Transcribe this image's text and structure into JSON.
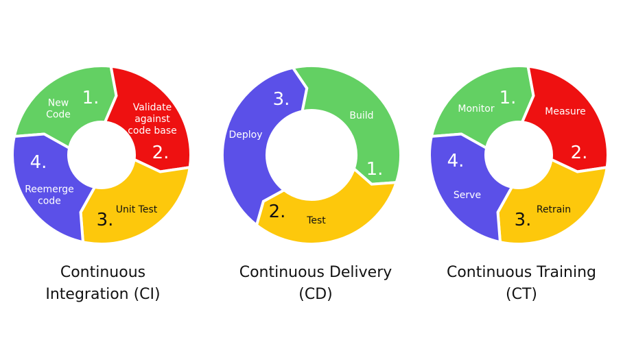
{
  "colors": {
    "green": "#63d063",
    "red": "#ee1111",
    "yellow": "#fdc80c",
    "purple": "#5b50e8",
    "label": "#ffffff",
    "label_dark": "#111111",
    "number": "#111111"
  },
  "cycles": [
    {
      "id": "ci",
      "caption": [
        "Continuous",
        "Integration (CI)"
      ],
      "segments": [
        {
          "color": "green",
          "number": "1.",
          "label": [
            "New",
            "Code"
          ]
        },
        {
          "color": "red",
          "number": "2.",
          "label": [
            "Validate",
            "against",
            "code base"
          ]
        },
        {
          "color": "yellow",
          "number": "3.",
          "label": [
            "Unit Test"
          ]
        },
        {
          "color": "purple",
          "number": "4.",
          "label": [
            "Reemerge",
            "code"
          ]
        }
      ]
    },
    {
      "id": "cd",
      "caption": [
        "Continuous Delivery",
        "(CD)"
      ],
      "segments": [
        {
          "color": "green",
          "number": "1.",
          "label": [
            "Build"
          ]
        },
        {
          "color": "yellow",
          "number": "2.",
          "label": [
            "Test"
          ]
        },
        {
          "color": "purple",
          "number": "3.",
          "label": [
            "Deploy"
          ]
        }
      ]
    },
    {
      "id": "ct",
      "caption": [
        "Continuous Training",
        "(CT)"
      ],
      "segments": [
        {
          "color": "green",
          "number": "1.",
          "label": [
            "Monitor"
          ]
        },
        {
          "color": "red",
          "number": "2.",
          "label": [
            "Measure"
          ]
        },
        {
          "color": "yellow",
          "number": "3.",
          "label": [
            "Retrain"
          ]
        },
        {
          "color": "purple",
          "number": "4.",
          "label": [
            "Serve"
          ]
        }
      ]
    }
  ]
}
